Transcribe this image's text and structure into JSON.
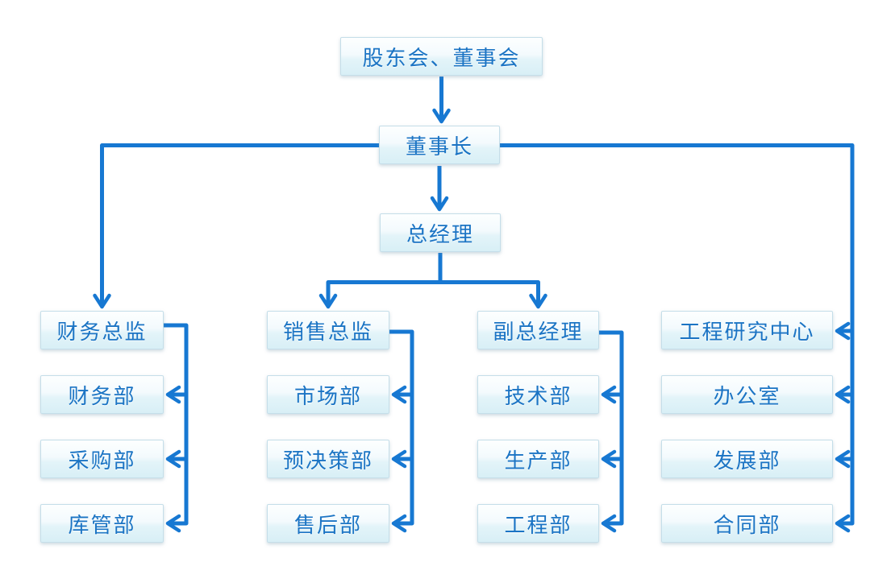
{
  "org": {
    "root": {
      "label": "股东会、董事会"
    },
    "chairman": {
      "label": "董事长"
    },
    "general_manager": {
      "label": "总经理"
    },
    "columns": [
      {
        "head": {
          "label": "财务总监"
        },
        "children": [
          {
            "label": "财务部"
          },
          {
            "label": "采购部"
          },
          {
            "label": "库管部"
          }
        ]
      },
      {
        "head": {
          "label": "销售总监"
        },
        "children": [
          {
            "label": "市场部"
          },
          {
            "label": "预决策部"
          },
          {
            "label": "售后部"
          }
        ]
      },
      {
        "head": {
          "label": "副总经理"
        },
        "children": [
          {
            "label": "技术部"
          },
          {
            "label": "生产部"
          },
          {
            "label": "工程部"
          }
        ]
      },
      {
        "head": {
          "label": "工程研究中心"
        },
        "children": [
          {
            "label": "办公室"
          },
          {
            "label": "发展部"
          },
          {
            "label": "合同部"
          }
        ]
      }
    ]
  },
  "colors": {
    "connector": "#1778D2",
    "node_text": "#1B74C4",
    "node_fill_top": "#FDFFFF",
    "node_fill_bottom": "#D8EFF6",
    "node_border": "#C5DEE9",
    "background": "#FFFFFF"
  }
}
